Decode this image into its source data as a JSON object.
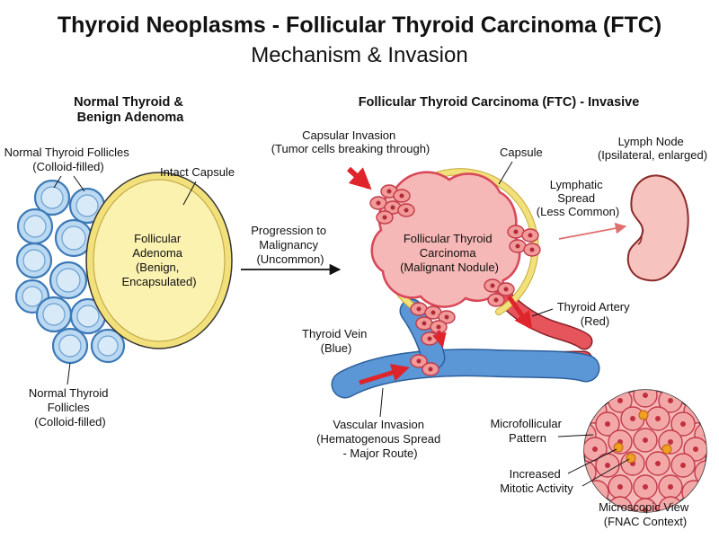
{
  "title": "Thyroid Neoplasms - Follicular Thyroid Carcinoma (FTC)",
  "subtitle": "Mechanism & Invasion",
  "left_panel": {
    "heading": [
      "Normal Thyroid &",
      "Benign Adenoma"
    ],
    "follicles_top_label": [
      "Normal Thyroid Follicles",
      "(Colloid-filled)"
    ],
    "capsule_label": "Intact Capsule",
    "adenoma_label": [
      "Follicular",
      "Adenoma",
      "(Benign,",
      "Encapsulated)"
    ],
    "follicles_bottom_label": [
      "Normal Thyroid",
      "Follicles",
      "(Colloid-filled)"
    ]
  },
  "progression": {
    "label": [
      "Progression to",
      "Malignancy",
      "(Uncommon)"
    ]
  },
  "right_panel": {
    "heading": "Follicular Thyroid Carcinoma (FTC) - Invasive",
    "capsular_invasion": [
      "Capsular Invasion",
      "(Tumor cells breaking through)"
    ],
    "capsule": "Capsule",
    "tumor_label": [
      "Follicular Thyroid",
      "Carcinoma",
      "(Malignant Nodule)"
    ],
    "lymphatic_spread": [
      "Lymphatic",
      "Spread",
      "(Less Common)"
    ],
    "lymph_node": [
      "Lymph Node",
      "(Ipsilateral, enlarged)"
    ],
    "thyroid_artery": [
      "Thyroid Artery",
      "(Red)"
    ],
    "thyroid_vein": [
      "Thyroid Vein",
      "(Blue)"
    ],
    "vascular_invasion": [
      "Vascular Invasion",
      "(Hematogenous Spread",
      "- Major Route)"
    ],
    "microfollicular": [
      "Microfollicular",
      "Pattern"
    ],
    "mitotic": [
      "Increased",
      "Mitotic Activity"
    ],
    "microscopic": [
      "Microscopic View",
      "(FNAC Context)"
    ]
  },
  "colors": {
    "follicle_fill": "#bcd9f2",
    "follicle_stroke": "#3d7ab8",
    "capsule_yellow": "#f2e07a",
    "adenoma_fill": "#fbf2b0",
    "tumor_fill": "#f6b8b6",
    "tumor_stroke": "#d9485a",
    "vein_blue": "#5b96d6",
    "artery_red": "#e6545c",
    "arrow_red": "#e0242c",
    "lymph_fill": "#f7c3bf"
  }
}
